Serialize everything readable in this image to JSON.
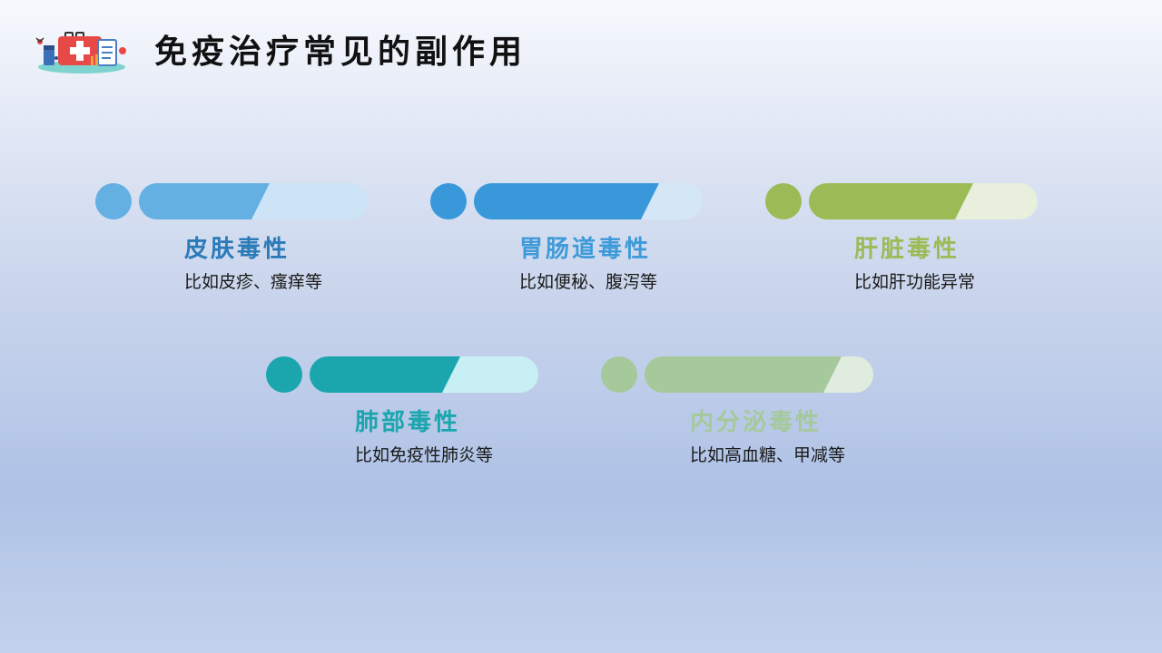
{
  "header": {
    "title": "免疫治疗常见的副作用"
  },
  "items": [
    {
      "title": "皮肤毒性",
      "desc": "比如皮疹、瘙痒等",
      "progress": 0.53,
      "color": "#64b0e2",
      "light": "#cce4f6",
      "title_color": "#2b7ab8"
    },
    {
      "title": "胃肠道毒性",
      "desc": "比如便秘、腹泻等",
      "progress": 0.77,
      "color": "#3898da",
      "light": "#d3e7f7",
      "title_color": "#3f9ad9"
    },
    {
      "title": "肝脏毒性",
      "desc": "比如肝功能异常",
      "progress": 0.68,
      "color": "#9bbb57",
      "light": "#e8efdd",
      "title_color": "#9bbb57"
    },
    {
      "title": "肺部毒性",
      "desc": "比如免疫性肺炎等",
      "progress": 0.62,
      "color": "#1ba6ae",
      "light": "#c8f0f4",
      "title_color": "#1ba6ae"
    },
    {
      "title": "内分泌毒性",
      "desc": "比如高血糖、甲减等",
      "progress": 0.82,
      "color": "#a5c99a",
      "light": "#dfecde",
      "title_color": "#a5c99a"
    }
  ]
}
